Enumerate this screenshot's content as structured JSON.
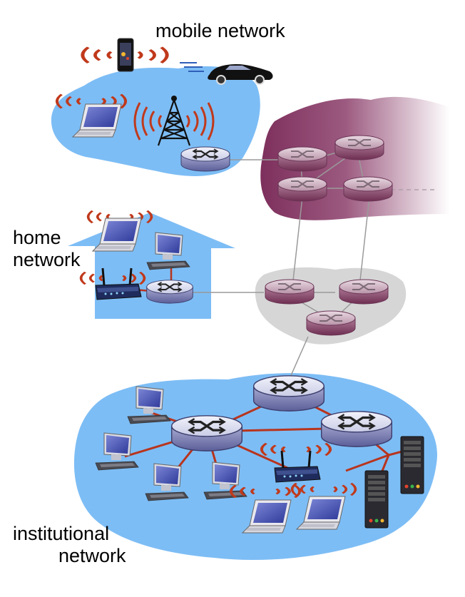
{
  "labels": {
    "mobile": "mobile network",
    "home_line1": "home",
    "home_line2": "network",
    "institutional_line1": "institutional",
    "institutional_line2": "network"
  },
  "colors": {
    "network_blue": "#7dbdf5",
    "isp_purple": "#8a3f6a",
    "isp_gray": "#d6d6d6",
    "wireless_red": "#c0391b",
    "link_red": "#b8341d",
    "link_gray": "#9a9a9a"
  },
  "icons": {
    "router": "router-icon",
    "base_station": "cell-tower-icon",
    "smartphone": "smartphone-icon",
    "car": "car-icon",
    "laptop": "laptop-icon",
    "desktop": "desktop-computer-icon",
    "wifi_ap": "wireless-access-point-icon",
    "server": "server-icon"
  }
}
